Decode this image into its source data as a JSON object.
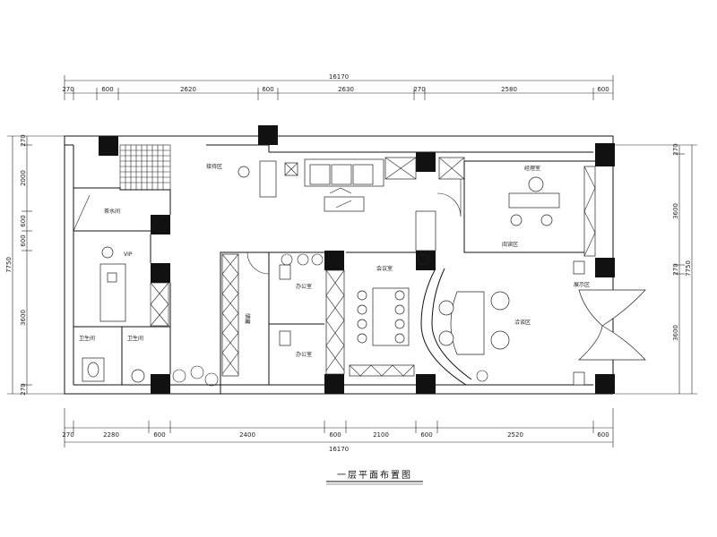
{
  "title": "一层平面布置图",
  "dimensions": {
    "top_total": "16170",
    "top_segments": [
      "270",
      "600",
      "2620",
      "600",
      "2630",
      "270",
      "2580",
      "600"
    ],
    "bottom_total": "16170",
    "bottom_segments": [
      "270",
      "2280",
      "600",
      "2400",
      "600",
      "2100",
      "600",
      "2520",
      "600"
    ],
    "left_total": "7750",
    "left_segments": [
      "270",
      "2000",
      "600",
      "600",
      "3600",
      "270"
    ],
    "right_total": "7750",
    "right_segments": [
      "270",
      "3600",
      "270",
      "3600"
    ]
  },
  "room_labels": {
    "reception": "接待区",
    "vip": "VIP",
    "tea": "茶水间",
    "manager": "经理室",
    "meeting": "会议室",
    "office1": "办公室",
    "office2": "办公室",
    "display": "展示区",
    "negotiation": "洽谈区",
    "toilet1": "卫生间",
    "toilet2": "卫生间",
    "storage": "储藏",
    "reading": "阅读区"
  }
}
